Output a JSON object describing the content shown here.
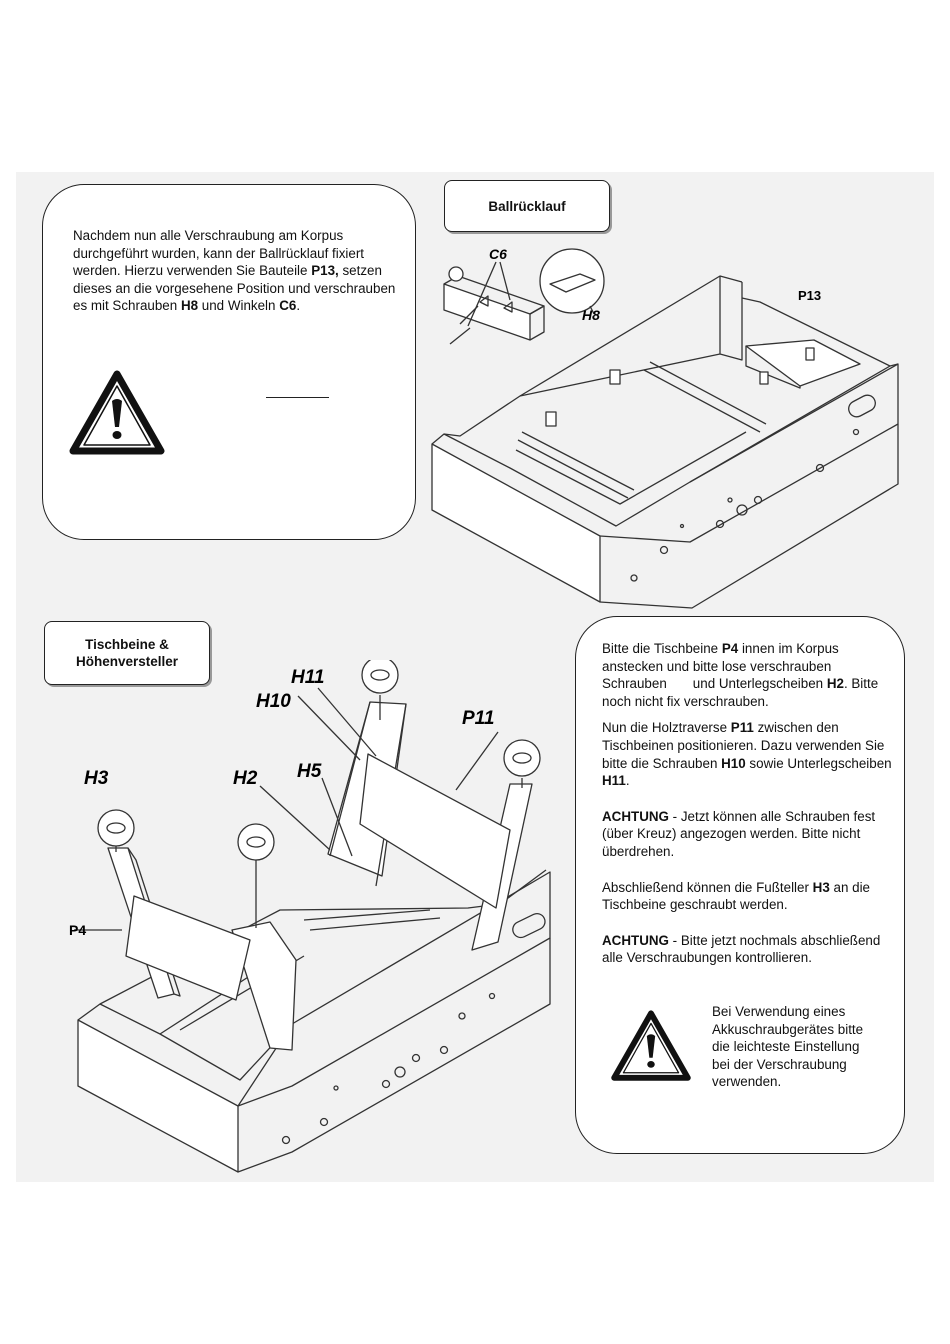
{
  "section1": {
    "title": "Ballrücklauf",
    "text_parts": [
      "Nachdem nun alle Verschraubung am Korpus durchgeführt wurden, kann der Ballrücklauf fixiert werden. Hierzu verwenden Sie Bauteile ",
      "P13,",
      " setzen dieses an die vorgesehene Position und verschrauben es mit Schrauben ",
      "H8",
      " und Winkeln ",
      "C6",
      "."
    ],
    "diagram_labels": {
      "c6": "C6",
      "h8": "H8",
      "p13": "P13"
    }
  },
  "section2": {
    "title_line1": "Tischbeine &",
    "title_line2": "Höhenversteller",
    "para1": [
      "Bitte die Tischbeine ",
      "P4",
      " innen im Korpus anstecken und bitte lose verschrauben Schrauben       und Unterlegscheiben ",
      "H2",
      ". Bitte noch nicht fix verschrauben."
    ],
    "para2": [
      "Nun die Holztraverse ",
      "P11",
      " zwischen den Tischbeinen positionieren. Dazu verwenden Sie bitte die Schrauben ",
      "H10",
      " sowie Unterlegscheiben ",
      "H11",
      "."
    ],
    "para3": [
      "ACHTUNG",
      " - Jetzt können alle Schrauben fest (über Kreuz) angezogen werden. Bitte nicht überdrehen."
    ],
    "para4": [
      "Abschließend können die Fußteller ",
      "H3",
      " an die Tischbeine geschraubt werden."
    ],
    "para5": [
      "ACHTUNG",
      " - Bitte jetzt nochmals abschließend alle Verschraubungen kontrollieren."
    ],
    "warning_text": "Bei Verwendung eines Akkuschraubgerätes bitte die leichteste Einstellung bei der Verschraubung verwenden.",
    "diagram_labels": {
      "h11": "H11",
      "h10": "H10",
      "p11": "P11",
      "h3": "H3",
      "h2": "H2",
      "h5": "H5",
      "p4": "P4"
    }
  }
}
